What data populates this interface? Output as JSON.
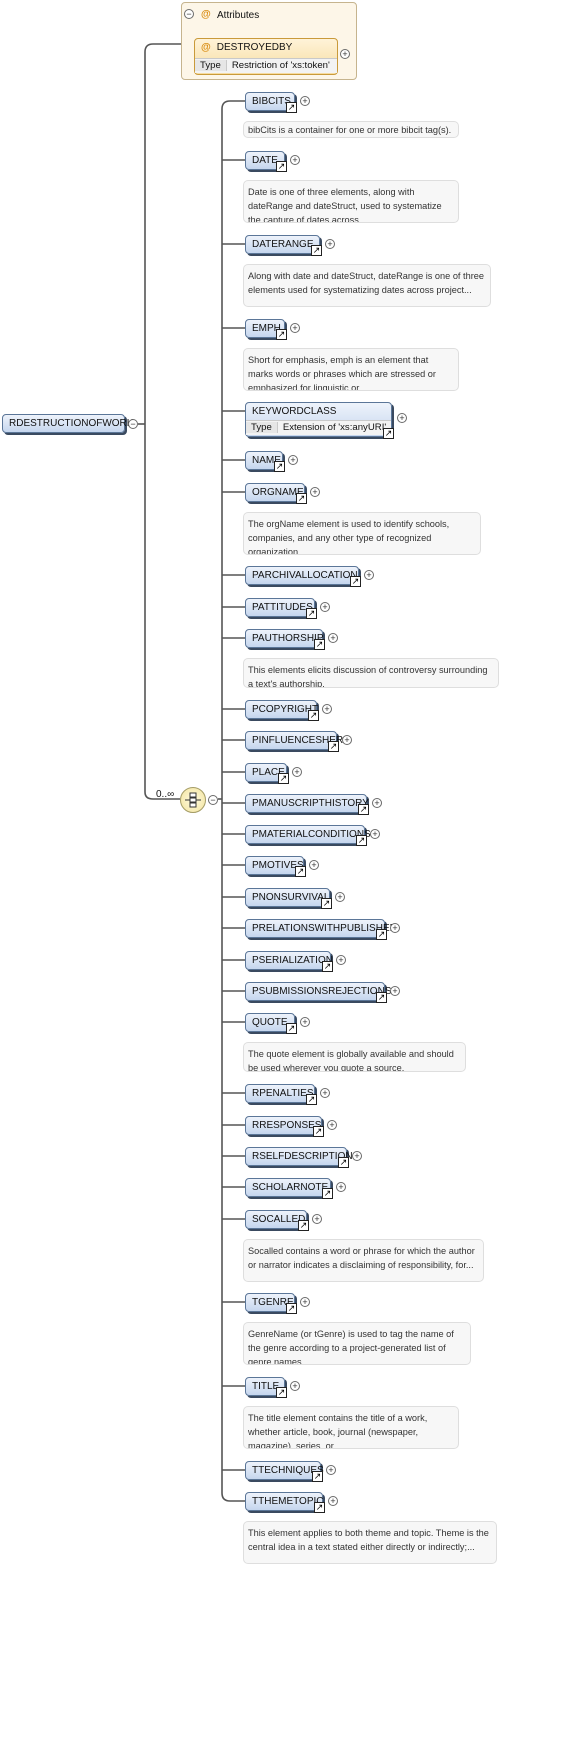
{
  "root": {
    "label": "RDESTRUCTIONOFWORK"
  },
  "attributes": {
    "header": "Attributes",
    "items": [
      {
        "name": "DESTROYEDBY",
        "type_label": "Type",
        "type_value": "Restriction of 'xs:token'"
      }
    ]
  },
  "sequence": {
    "cardinality": "0..∞"
  },
  "elements": [
    {
      "name": "BIBCITS",
      "doc": "bibCits is a container for one or more bibcit tag(s)."
    },
    {
      "name": "DATE",
      "doc": "Date is one of three elements, along with dateRange and dateStruct, used to systematize the capture of dates across..."
    },
    {
      "name": "DATERANGE",
      "doc": "Along with date and dateStruct, dateRange is one of three elements used for systematizing dates across project..."
    },
    {
      "name": "EMPH",
      "doc": "Short for emphasis, emph is an element that marks words or phrases which are stressed or emphasized for linguistic or..."
    },
    {
      "name": "KEYWORDCLASS",
      "type_label": "Type",
      "type_value": "Extension of 'xs:anyURI'"
    },
    {
      "name": "NAME"
    },
    {
      "name": "ORGNAME",
      "doc": "The orgName element is used to identify schools, companies, and any other type of recognized organization."
    },
    {
      "name": "PARCHIVALLOCATION"
    },
    {
      "name": "PATTITUDES"
    },
    {
      "name": "PAUTHORSHIP",
      "doc": "This elements elicits discussion of controversy surrounding a text's authorship."
    },
    {
      "name": "PCOPYRIGHT"
    },
    {
      "name": "PINFLUENCESHER"
    },
    {
      "name": "PLACE"
    },
    {
      "name": "PMANUSCRIPTHISTORY"
    },
    {
      "name": "PMATERIALCONDITIONS"
    },
    {
      "name": "PMOTIVES"
    },
    {
      "name": "PNONSURVIVAL"
    },
    {
      "name": "PRELATIONSWITHPUBLISHER"
    },
    {
      "name": "PSERIALIZATION"
    },
    {
      "name": "PSUBMISSIONSREJECTIONS"
    },
    {
      "name": "QUOTE",
      "doc": "The quote element is globally available and should be used wherever you quote a source."
    },
    {
      "name": "RPENALTIES"
    },
    {
      "name": "RRESPONSES"
    },
    {
      "name": "RSELFDESCRIPTION"
    },
    {
      "name": "SCHOLARNOTE"
    },
    {
      "name": "SOCALLED",
      "doc": "Socalled contains a word or phrase for which the author or narrator indicates a disclaiming of responsibility, for..."
    },
    {
      "name": "TGENRE",
      "doc": "GenreName (or tGenre) is used to tag the name of the genre according to a project-generated list of genre names."
    },
    {
      "name": "TITLE",
      "doc": "The title element contains the title of a work, whether article, book, journal (newspaper, magazine), series, or..."
    },
    {
      "name": "TTECHNIQUES"
    },
    {
      "name": "TTHEMETOPIC",
      "doc": "This element applies to both theme and topic. Theme is the central idea in a text stated either directly or indirectly;..."
    }
  ]
}
